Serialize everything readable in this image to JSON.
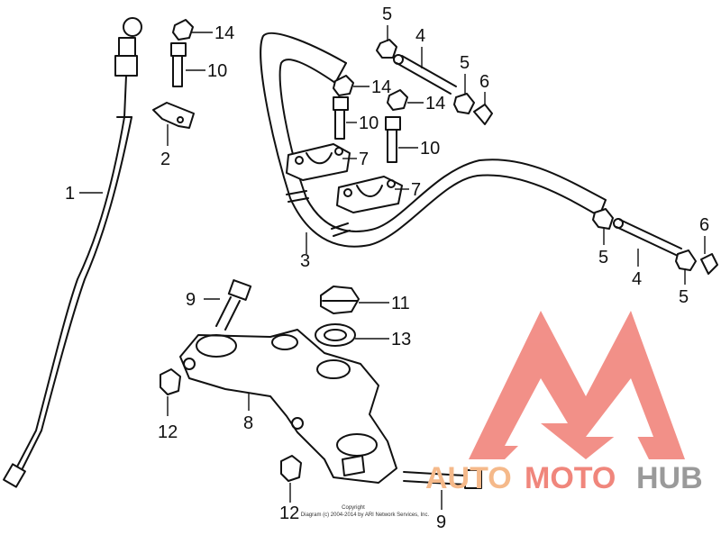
{
  "callouts": [
    {
      "id": "1",
      "label": "1"
    },
    {
      "id": "2",
      "label": "2"
    },
    {
      "id": "3",
      "label": "3"
    },
    {
      "id": "4a",
      "label": "4"
    },
    {
      "id": "4b",
      "label": "4"
    },
    {
      "id": "5a",
      "label": "5"
    },
    {
      "id": "5b",
      "label": "5"
    },
    {
      "id": "5c",
      "label": "5"
    },
    {
      "id": "5d",
      "label": "5"
    },
    {
      "id": "6a",
      "label": "6"
    },
    {
      "id": "6b",
      "label": "6"
    },
    {
      "id": "7a",
      "label": "7"
    },
    {
      "id": "7b",
      "label": "7"
    },
    {
      "id": "8",
      "label": "8"
    },
    {
      "id": "9a",
      "label": "9"
    },
    {
      "id": "9b",
      "label": "9"
    },
    {
      "id": "10a",
      "label": "10"
    },
    {
      "id": "10b",
      "label": "10"
    },
    {
      "id": "10c",
      "label": "10"
    },
    {
      "id": "11",
      "label": "11"
    },
    {
      "id": "12a",
      "label": "12"
    },
    {
      "id": "12b",
      "label": "12"
    },
    {
      "id": "13",
      "label": "13"
    },
    {
      "id": "14a",
      "label": "14"
    },
    {
      "id": "14b",
      "label": "14"
    },
    {
      "id": "14c",
      "label": "14"
    }
  ],
  "copyright": {
    "line1": "Copyright",
    "line2": "Diagram (c) 2004-2014 by ARI Network Services, Inc."
  },
  "watermark": {
    "part1": "AUTO",
    "part2": "MOTO",
    "part3": "HUB",
    "colors": {
      "auto": "#f5b98a",
      "moto": "#f0867c",
      "hub": "#9a9a9a",
      "logo": "#f07d74"
    }
  }
}
